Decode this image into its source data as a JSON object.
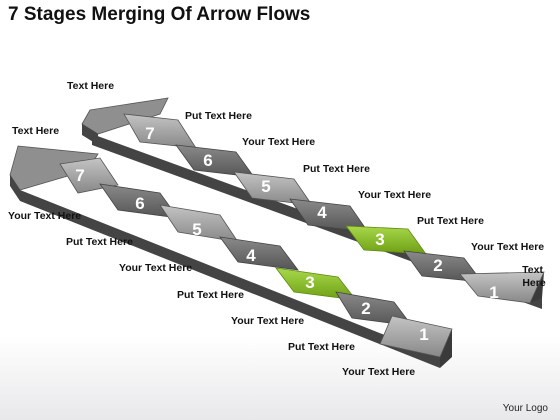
{
  "title": "7 Stages Merging Of Arrow Flows",
  "logo": "Your Logo",
  "colors": {
    "segment_dark": "#6b6b6b",
    "segment_light": "#9e9e9e",
    "highlight": "#8cc21e",
    "number": "#ffffff"
  },
  "upper_arrow": {
    "head_label": "Text Here",
    "stages": [
      {
        "number": "1",
        "label": "Text Here"
      },
      {
        "number": "2",
        "label": "Your Text Here"
      },
      {
        "number": "3",
        "label": "Put Text Here"
      },
      {
        "number": "4",
        "label": "Your Text Here"
      },
      {
        "number": "5",
        "label": "Put Text Here"
      },
      {
        "number": "6",
        "label": "Your Text Here"
      },
      {
        "number": "7",
        "label": "Put  Text Here"
      }
    ]
  },
  "lower_arrow": {
    "head_label": "Text Here",
    "stages": [
      {
        "number": "1",
        "label": "Your Text Here"
      },
      {
        "number": "2",
        "label": "Put Text Here"
      },
      {
        "number": "3",
        "label": "Your Text Here"
      },
      {
        "number": "4",
        "label": "Put Text Here"
      },
      {
        "number": "5",
        "label": "Your Text Here"
      },
      {
        "number": "6",
        "label": "Put Text Here"
      },
      {
        "number": "7",
        "label": "Your Text Here"
      }
    ]
  }
}
